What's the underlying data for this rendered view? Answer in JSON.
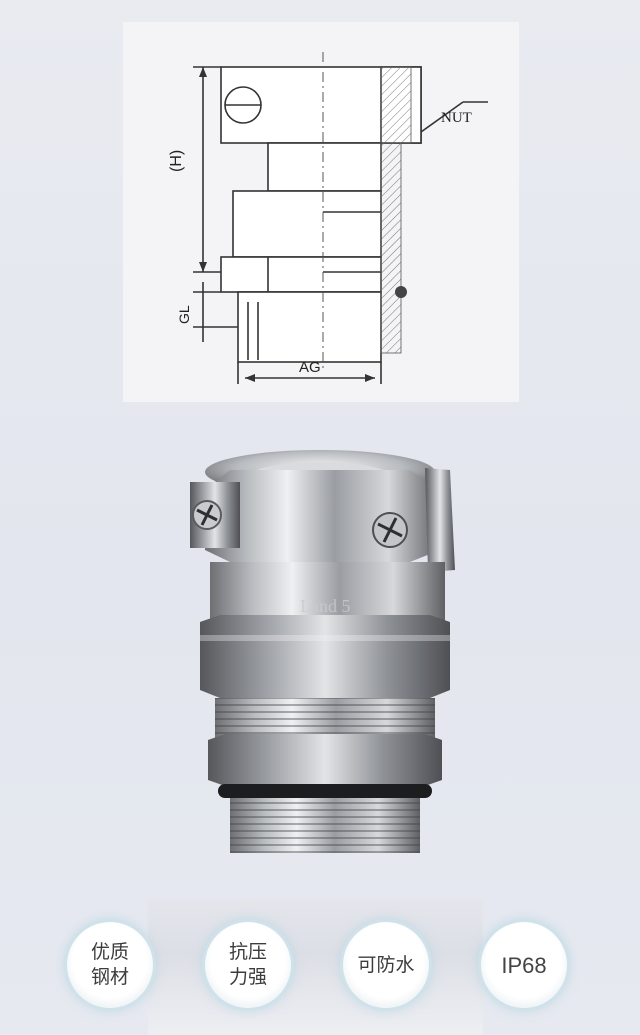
{
  "drawing": {
    "dim_height": "(H)",
    "dim_gl": "GL",
    "dim_ag": "AG",
    "nut_label": "NUT"
  },
  "product": {
    "engraving": "Land 5"
  },
  "features": [
    {
      "label": "优质\n钢材"
    },
    {
      "label": "抗压\n力强"
    },
    {
      "label": "可防水"
    },
    {
      "label": "IP68"
    }
  ],
  "colors": {
    "accent_ring": "#cfe2ea",
    "line": "#333333"
  }
}
